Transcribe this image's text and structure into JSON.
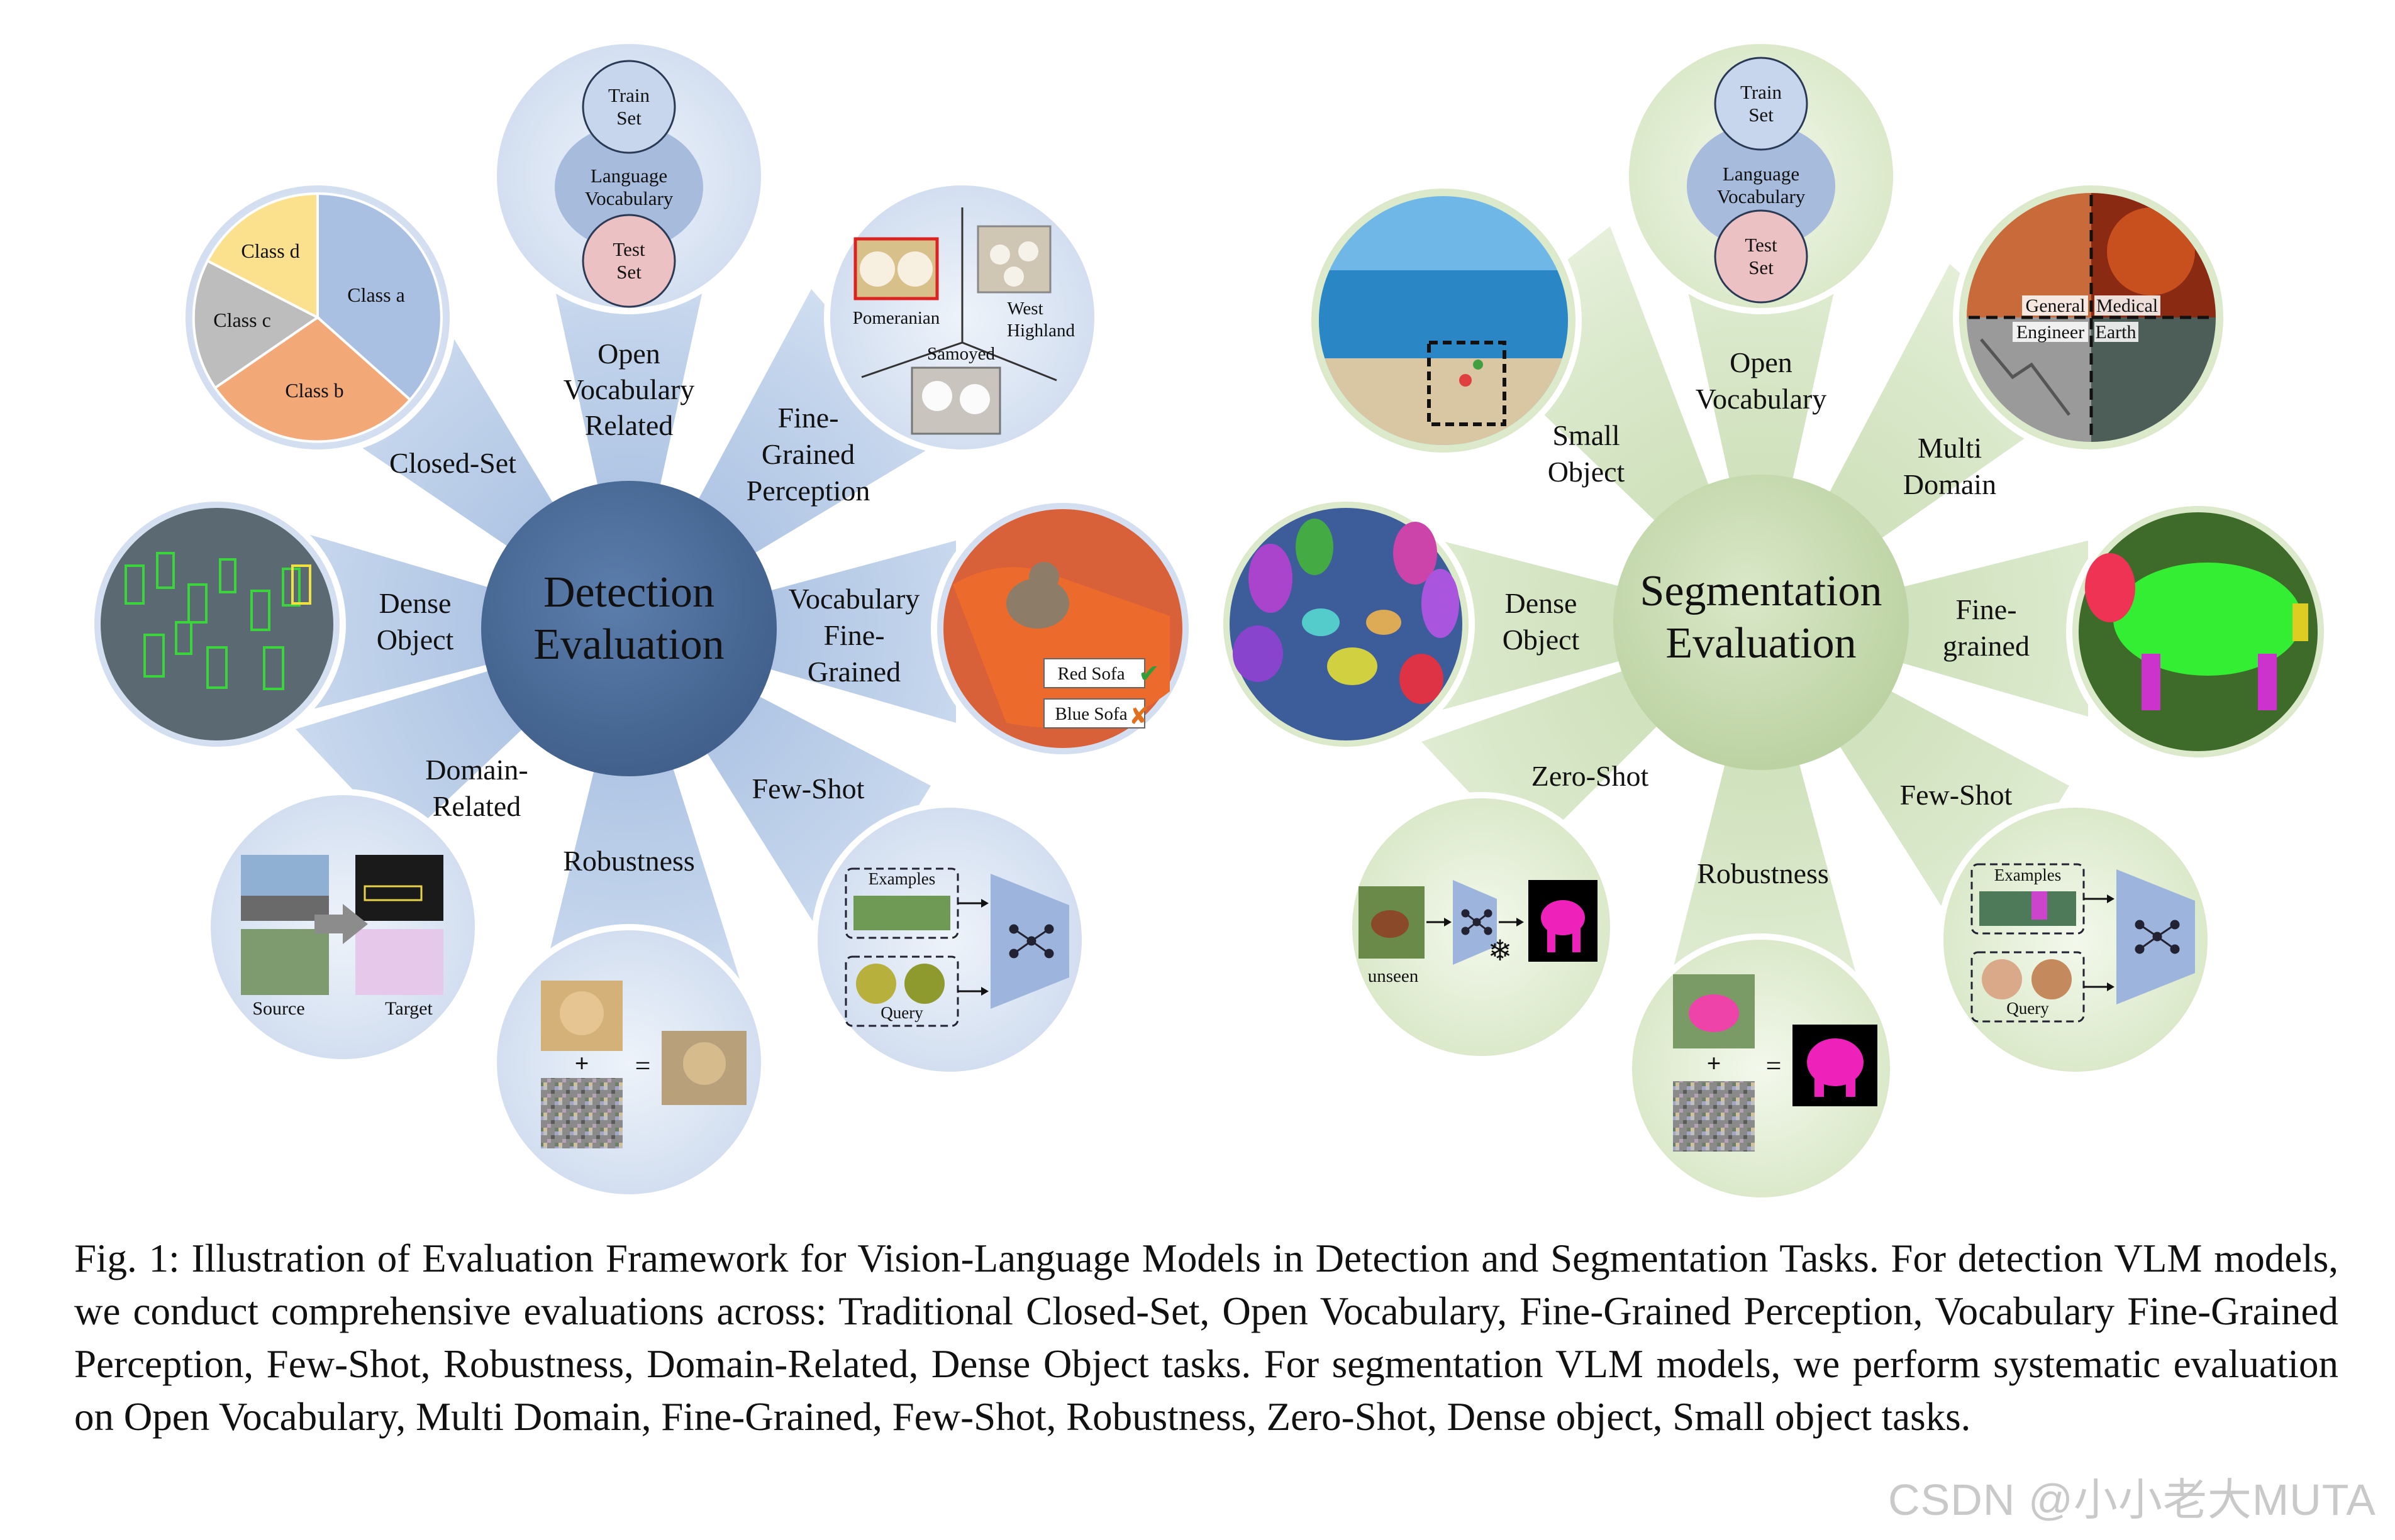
{
  "detection": {
    "center": [
      "Detection",
      "Evaluation"
    ],
    "labels": {
      "closed_set": [
        "Closed-Set"
      ],
      "open_vocab": [
        "Open",
        "Vocabulary",
        "Related"
      ],
      "fine_grained": [
        "Fine-",
        "Grained",
        "Perception"
      ],
      "vocab_fine": [
        "Vocabulary",
        "Fine-",
        "Grained"
      ],
      "few_shot": [
        "Few-Shot"
      ],
      "robustness": [
        "Robustness"
      ],
      "domain": [
        "Domain-",
        "Related"
      ],
      "dense": [
        "Dense",
        "Object"
      ]
    },
    "venn": {
      "train": [
        "Train",
        "Set"
      ],
      "language": [
        "Language",
        "Vocabulary"
      ],
      "test": [
        "Test",
        "Set"
      ]
    },
    "pie": {
      "a": "Class a",
      "b": "Class b",
      "c": "Class c",
      "d": "Class d"
    },
    "breeds": {
      "pomeranian": "Pomeranian",
      "west_highland": [
        "West",
        "Highland"
      ],
      "samoyed": "Samoyed"
    },
    "sofa": {
      "red": "Red Sofa",
      "blue": "Blue Sofa"
    },
    "few_shot": {
      "examples": "Examples",
      "query": "Query"
    },
    "domain": {
      "source": "Source",
      "target": "Target"
    },
    "robust_ops": {
      "plus": "+",
      "equals": "="
    }
  },
  "segmentation": {
    "center": [
      "Segmentation",
      "Evaluation"
    ],
    "labels": {
      "small": [
        "Small",
        "Object"
      ],
      "open_vocab": [
        "Open",
        "Vocabulary"
      ],
      "multi": [
        "Multi",
        "Domain"
      ],
      "fine": [
        "Fine-",
        "grained"
      ],
      "few_shot": [
        "Few-Shot"
      ],
      "robustness": [
        "Robustness"
      ],
      "zero_shot": [
        "Zero-Shot"
      ],
      "dense": [
        "Dense",
        "Object"
      ]
    },
    "venn": {
      "train": [
        "Train",
        "Set"
      ],
      "language": [
        "Language",
        "Vocabulary"
      ],
      "test": [
        "Test",
        "Set"
      ]
    },
    "domains": {
      "general": "General",
      "medical": "Medical",
      "engineer": "Engineer",
      "earth": "Earth"
    },
    "few_shot": {
      "examples": "Examples",
      "query": "Query"
    },
    "zero_shot": {
      "unseen": "unseen",
      "frozen": "❄"
    },
    "robust_ops": {
      "plus": "+",
      "equals": "="
    }
  },
  "caption": "Fig. 1: Illustration of Evaluation Framework for Vision-Language Models in Detection and Segmentation Tasks. For detection VLM models, we conduct comprehensive evaluations across: Traditional Closed-Set, Open Vocabulary, Fine-Grained Perception, Vocabulary Fine-Grained Perception, Few-Shot, Robustness, Domain-Related, Dense Object tasks. For segmentation VLM models, we perform systematic evaluation on Open Vocabulary, Multi Domain, Fine-Grained, Few-Shot, Robustness, Zero-Shot, Dense object, Small object tasks.",
  "watermark": "CSDN @小小老大MUTA",
  "colors": {
    "det_center": "#4a6b97",
    "det_petal": "#c9d9ee",
    "det_circle": "#dbe6f5",
    "seg_center": "#c8d9b4",
    "seg_petal": "#d7e6c6",
    "seg_circle": "#e3eed7",
    "pie_a": "#aac0e2",
    "pie_b": "#f3a878",
    "pie_c": "#bdbdbd",
    "pie_d": "#fbe08e"
  }
}
